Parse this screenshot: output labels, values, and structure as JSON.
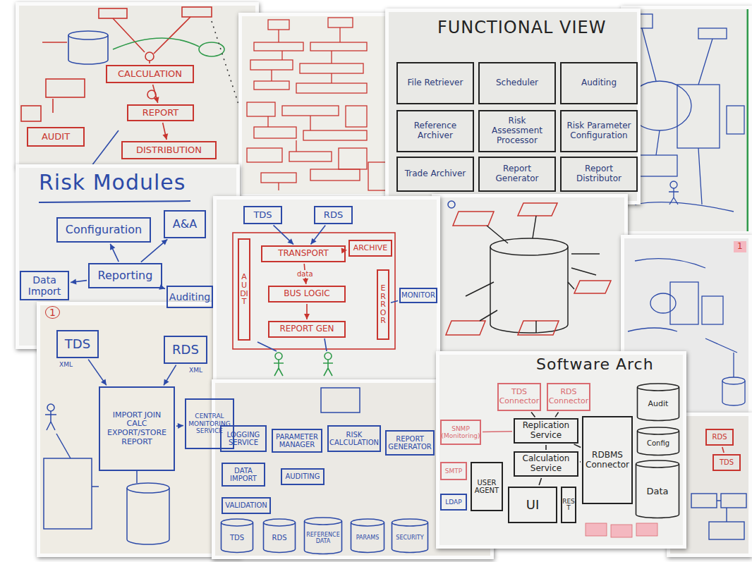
{
  "diagram": {
    "nodes": [
      {
        "text": [
          "CALCULATION"
        ]
      },
      {
        "text": [
          "REPORT"
        ]
      },
      {
        "text": [
          "DISTRIBUTION"
        ]
      },
      {
        "text": [
          "AUDIT"
        ]
      },
      {
        "text": [
          "File Retriever"
        ]
      },
      {
        "text": [
          "Scheduler"
        ]
      },
      {
        "text": [
          "Auditing"
        ]
      },
      {
        "text": [
          "Reference Archiver"
        ]
      },
      {
        "text": [
          "Risk Assessment Processor"
        ]
      },
      {
        "text": [
          "Risk Parameter Configuration"
        ]
      },
      {
        "text": [
          "Trade Archiver"
        ]
      },
      {
        "text": [
          "Report Generator"
        ]
      },
      {
        "text": [
          "Report Distributor"
        ]
      },
      {
        "text": [
          "Configuration"
        ]
      },
      {
        "text": [
          "A&A"
        ]
      },
      {
        "text": [
          "Reporting"
        ]
      },
      {
        "text": [
          "Data Import"
        ]
      },
      {
        "text": [
          "Auditing"
        ]
      },
      {
        "text": [
          "TDS"
        ]
      },
      {
        "text": [
          "RDS"
        ]
      },
      {
        "text": [
          "AUDIT"
        ]
      },
      {
        "text": [
          "TRANSPORT"
        ]
      },
      {
        "text": [
          "ARCHIVE"
        ]
      },
      {
        "text": [
          "BUS LOGIC"
        ]
      },
      {
        "text": [
          "REPORT GEN"
        ]
      },
      {
        "text": [
          "ERROR"
        ]
      },
      {
        "text": [
          "MONITOR"
        ]
      },
      {
        "text": [
          "TDS"
        ]
      },
      {
        "text": [
          "RDS"
        ]
      },
      {
        "text": [
          "IMPORT JOIN CALC EXPORT/STORE REPORT"
        ]
      },
      {
        "text": [
          "CENTRAL MONITORING SERVICE"
        ]
      },
      {
        "text": [
          "LOGGING SERVICE"
        ]
      },
      {
        "text": [
          "PARAMETER MANAGER"
        ]
      },
      {
        "text": [
          "RISK CALCULATION"
        ]
      },
      {
        "text": [
          "REPORT GENERATOR"
        ]
      },
      {
        "text": [
          "DATA IMPORT"
        ]
      },
      {
        "text": [
          "AUDITING"
        ]
      },
      {
        "text": [
          "VALIDATION"
        ]
      },
      {
        "text": [
          "TDS"
        ]
      },
      {
        "text": [
          "RDS"
        ]
      },
      {
        "text": [
          "REFERENCE DATA"
        ]
      },
      {
        "text": [
          "PARAMS"
        ]
      },
      {
        "text": [
          "SECURITY"
        ]
      },
      {
        "text": [
          "TDS Connector"
        ]
      },
      {
        "text": [
          "RDS Connector"
        ]
      },
      {
        "text": [
          "SNMP (Monitoring)"
        ]
      },
      {
        "text": [
          "Replication Service"
        ]
      },
      {
        "text": [
          "Calculation Service"
        ]
      },
      {
        "text": [
          "SMTP"
        ]
      },
      {
        "text": [
          "USER AGENT"
        ]
      },
      {
        "text": [
          "LDAP"
        ]
      },
      {
        "text": [
          "UI"
        ]
      },
      {
        "text": [
          "REST"
        ]
      },
      {
        "text": [
          "RDBMS Connector"
        ]
      },
      {
        "text": [
          "Audit"
        ]
      },
      {
        "text": [
          "Config"
        ]
      },
      {
        "text": [
          "Data"
        ]
      },
      {
        "text": [
          "RDS"
        ]
      },
      {
        "text": [
          "TDS"
        ]
      }
    ],
    "edges": [
      {
        "from": 0,
        "to": 1,
        "arrow": "to"
      },
      {
        "from": 1,
        "to": 2,
        "arrow": "to"
      },
      {
        "from": 15,
        "to": 13,
        "arrow": "to"
      },
      {
        "from": 15,
        "to": 14,
        "arrow": "to"
      },
      {
        "from": 15,
        "to": 16,
        "arrow": "to"
      },
      {
        "from": 15,
        "to": 17,
        "arrow": "to"
      },
      {
        "from": 18,
        "to": 21,
        "arrow": "to"
      },
      {
        "from": 19,
        "to": 21,
        "arrow": "to"
      },
      {
        "from": 21,
        "to": 22,
        "arrow": "to"
      },
      {
        "from": 21,
        "to": 23,
        "arrow": "to",
        "label": "data"
      },
      {
        "from": 23,
        "to": 24,
        "arrow": "to"
      },
      {
        "from": 25,
        "to": 26,
        "arrow": "none"
      },
      {
        "from": 27,
        "to": 29,
        "arrow": "to"
      },
      {
        "from": 28,
        "to": 29,
        "arrow": "to"
      },
      {
        "from": 29,
        "to": 30,
        "arrow": "to"
      },
      {
        "from": 43,
        "to": 46,
        "arrow": "none"
      },
      {
        "from": 44,
        "to": 46,
        "arrow": "none"
      },
      {
        "from": 46,
        "to": 47,
        "arrow": "none"
      },
      {
        "from": 47,
        "to": 51,
        "arrow": "none"
      },
      {
        "from": 46,
        "to": 53,
        "arrow": "none"
      },
      {
        "from": 47,
        "to": 53,
        "arrow": "none"
      },
      {
        "from": 45,
        "to": 46,
        "arrow": "none"
      },
      {
        "from": 57,
        "to": 58,
        "arrow": "none"
      }
    ],
    "labels": [
      "FUNCTIONAL VIEW",
      "Risk Modules",
      "1",
      "XML",
      "XML",
      "Software Arch",
      "1"
    ]
  }
}
